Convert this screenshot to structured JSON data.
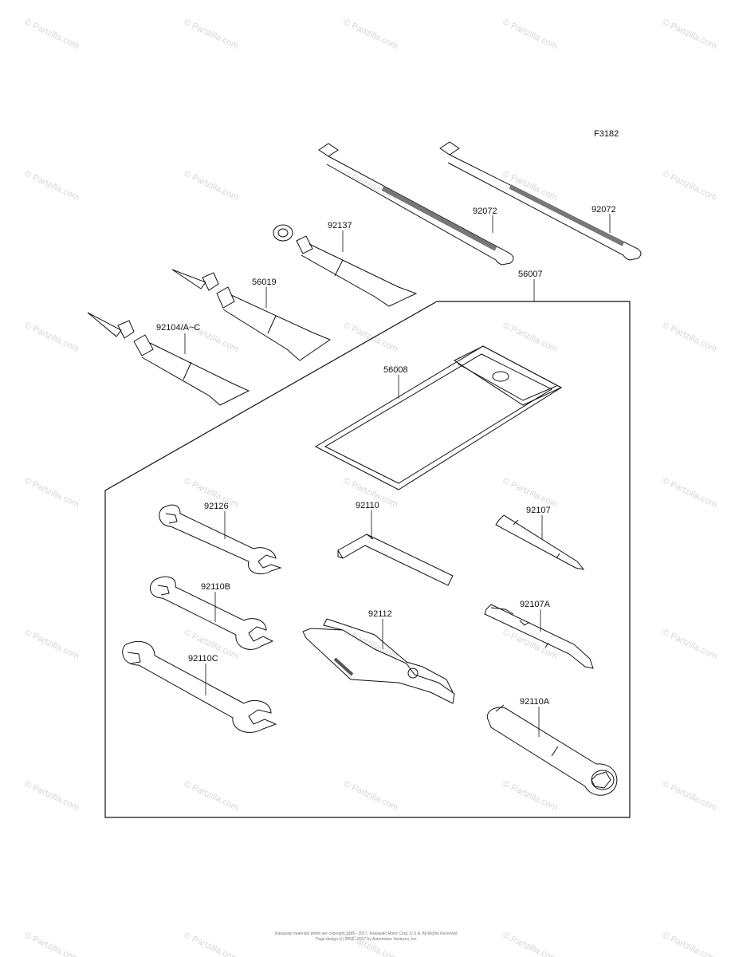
{
  "figure_code": "F3182",
  "watermark_text": "© Partzilla.com",
  "parts": {
    "tie_left": "92072",
    "tie_right": "92072",
    "tube_top": "92137",
    "tube_mid": "56019",
    "tube_bottom": "92104/A~C",
    "tool_kit": "56007",
    "tool_bag": "56008",
    "wrench_1": "92126",
    "wrench_2": "92110B",
    "wrench_3": "92110C",
    "hex_wrench": "92110",
    "pliers": "92112",
    "screwdriver": "92107",
    "screwdriver_handle": "92107A",
    "plug_wrench": "92110A"
  },
  "footer": {
    "line1": "Kawasaki materials within are copyright 1985 - 2017, Kawasaki Motor Corp. U.S.A. All Rights Reserved.",
    "line2": "Page design (c) 2002 - 2017 by Automotive Ventures, Inc."
  },
  "colors": {
    "line": "#111111",
    "watermark": "#d6d6d6",
    "background": "#ffffff"
  }
}
